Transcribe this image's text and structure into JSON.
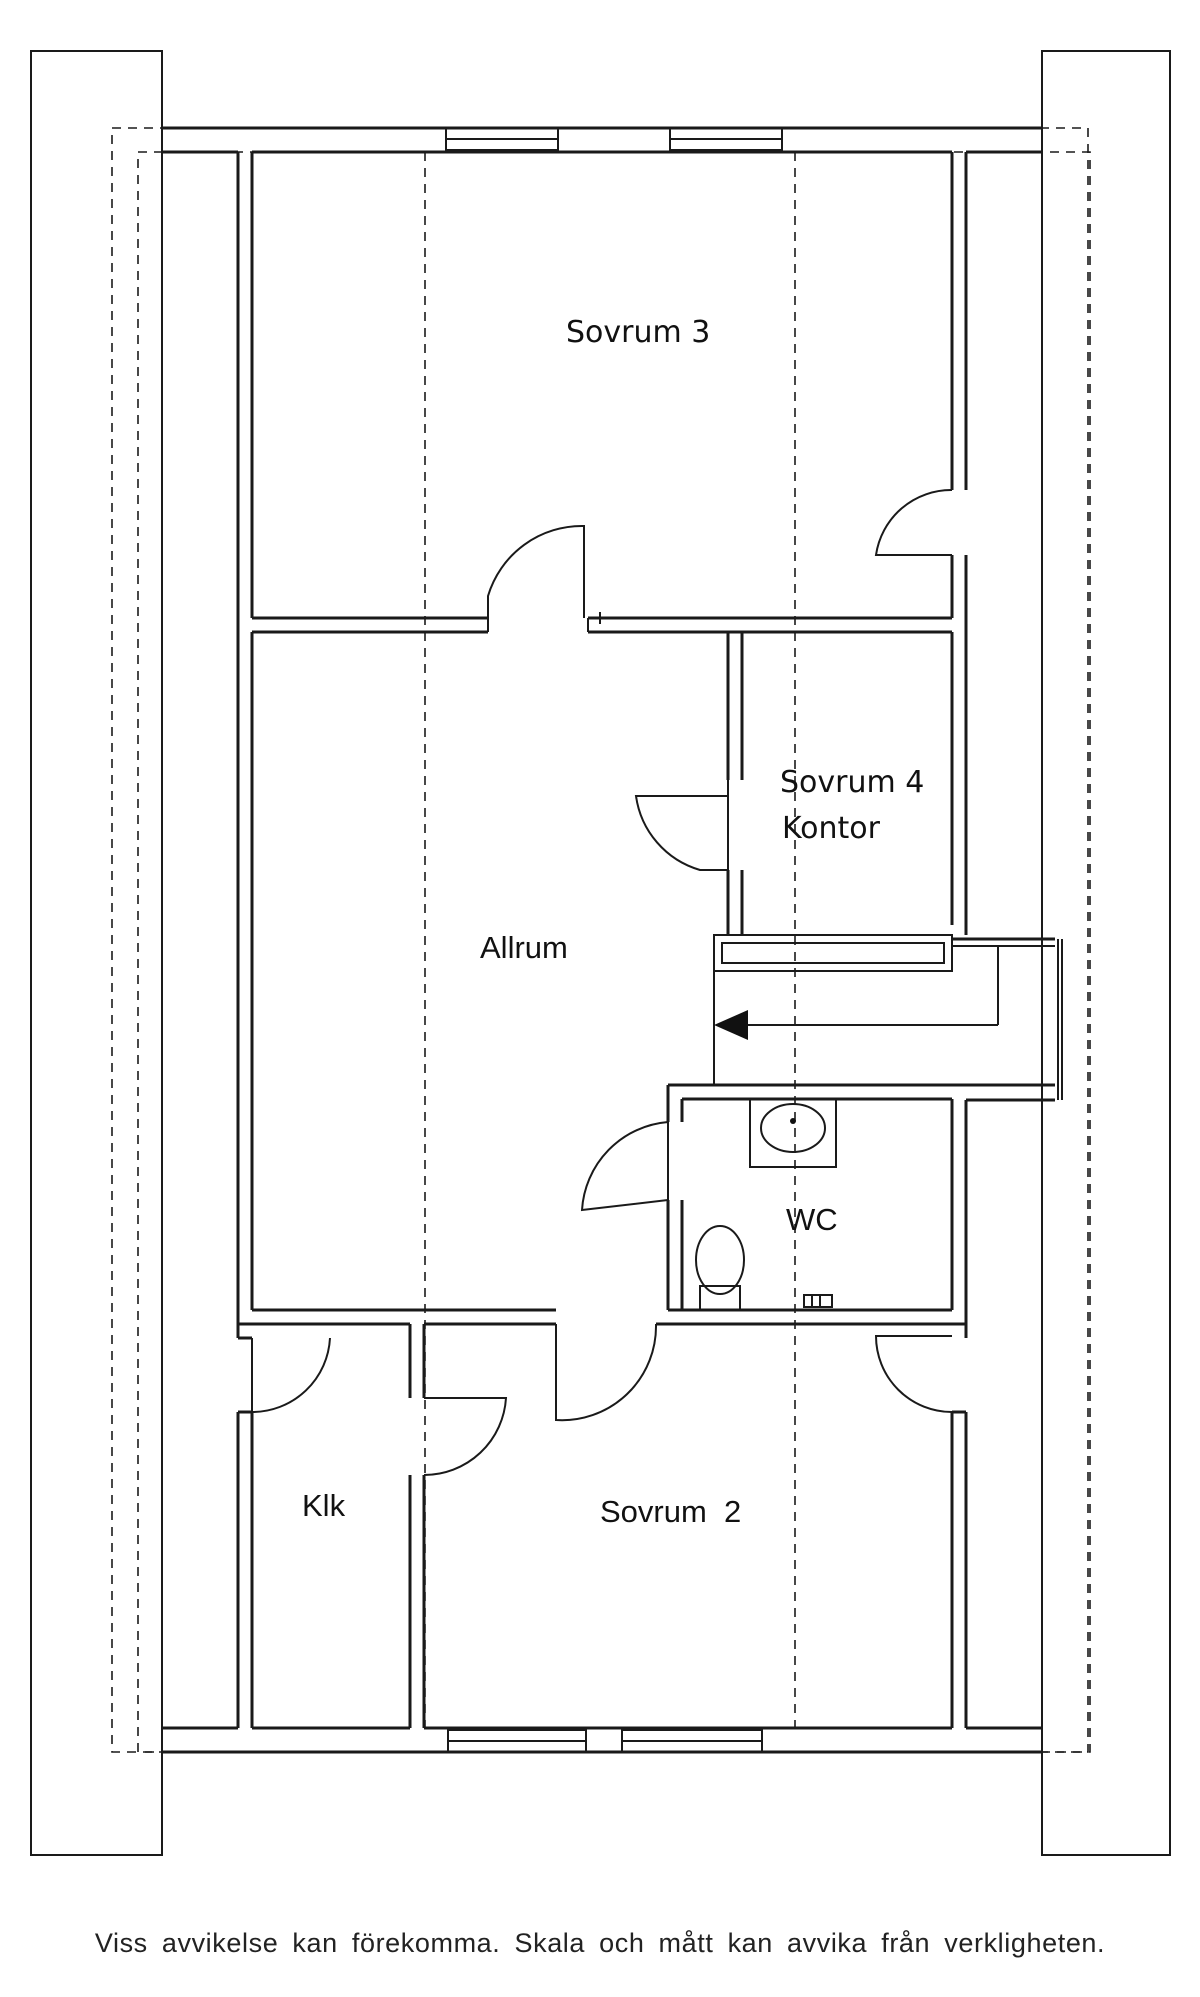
{
  "rooms": {
    "sovrum3": "Sovrum 3",
    "sovrum4_line1": "Sovrum 4",
    "sovrum4_line2": "Kontor",
    "allrum": "Allrum",
    "wc": "WC",
    "klk": "Klk",
    "sovrum2": "Sovrum  2"
  },
  "disclaimer": "Viss avvikelse kan förekomma. Skala och mått kan avvika från verkligheten."
}
